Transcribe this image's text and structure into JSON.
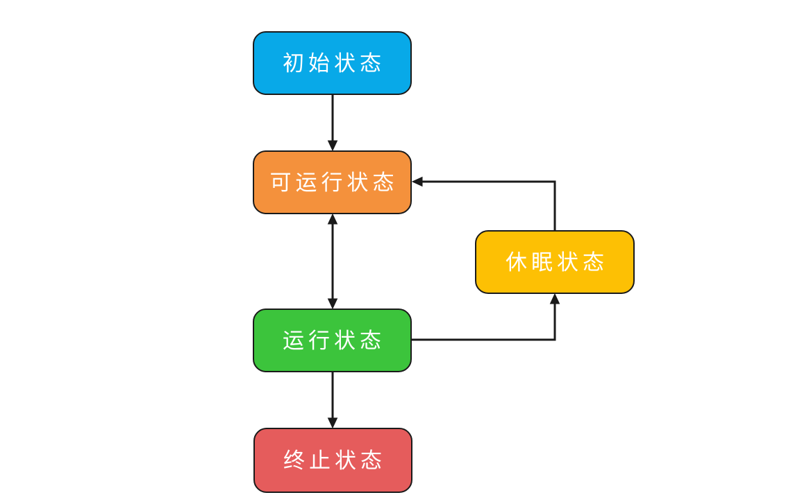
{
  "diagram": {
    "background": "#FFFFFF",
    "line_color": "#1A1A1A",
    "text_color": "#FFFFFF",
    "nodes": [
      {
        "id": "initial",
        "label": "初始状态",
        "color": "#08A9E8"
      },
      {
        "id": "runnable",
        "label": "可运行状态",
        "color": "#F4913C"
      },
      {
        "id": "sleeping",
        "label": "休眠状态",
        "color": "#FDC004"
      },
      {
        "id": "running",
        "label": "运行状态",
        "color": "#3CC43C"
      },
      {
        "id": "terminated",
        "label": "终止状态",
        "color": "#E55C5C"
      }
    ],
    "edges": [
      {
        "from": "初始状态",
        "to": "可运行状态",
        "style": "arrow"
      },
      {
        "from": "可运行状态",
        "to": "运行状态",
        "style": "double-arrow"
      },
      {
        "from": "运行状态",
        "to": "休眠状态",
        "style": "arrow"
      },
      {
        "from": "休眠状态",
        "to": "可运行状态",
        "style": "arrow"
      },
      {
        "from": "运行状态",
        "to": "终止状态",
        "style": "arrow"
      }
    ]
  }
}
